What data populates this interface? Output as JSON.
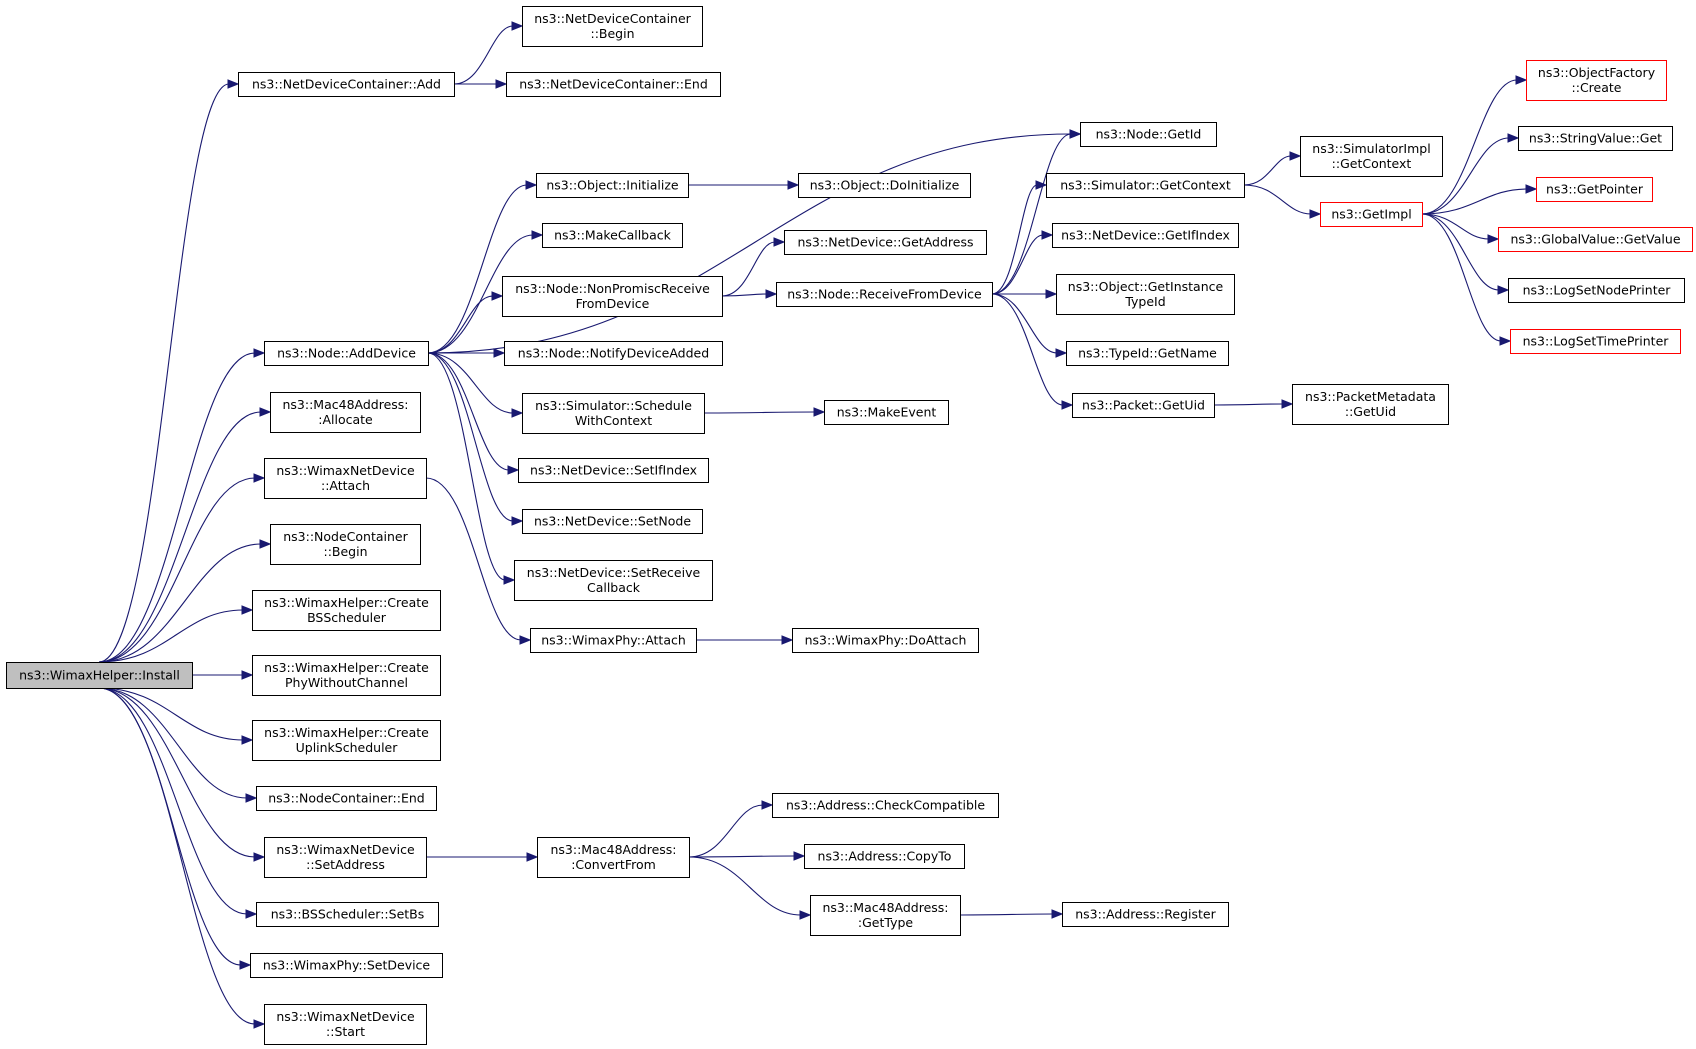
{
  "colors": {
    "edge": "#191970",
    "root_fill": "#bfbfbf",
    "border": "#000000",
    "external_border": "#ff0000"
  },
  "nodes": [
    {
      "id": "install",
      "lines": [
        "ns3::WimaxHelper::Install"
      ],
      "style": "root"
    },
    {
      "id": "ndc_add",
      "lines": [
        "ns3::NetDeviceContainer::Add"
      ]
    },
    {
      "id": "ndc_begin",
      "lines": [
        "ns3::NetDeviceContainer",
        "::Begin"
      ]
    },
    {
      "id": "ndc_end",
      "lines": [
        "ns3::NetDeviceContainer::End"
      ]
    },
    {
      "id": "node_adddevice",
      "lines": [
        "ns3::Node::AddDevice"
      ]
    },
    {
      "id": "node_getid",
      "lines": [
        "ns3::Node::GetId"
      ]
    },
    {
      "id": "obj_init",
      "lines": [
        "ns3::Object::Initialize"
      ]
    },
    {
      "id": "obj_doinit",
      "lines": [
        "ns3::Object::DoInitialize"
      ]
    },
    {
      "id": "makecallback",
      "lines": [
        "ns3::MakeCallback"
      ]
    },
    {
      "id": "nd_getaddress",
      "lines": [
        "ns3::NetDevice::GetAddress"
      ]
    },
    {
      "id": "node_nonprom",
      "lines": [
        "ns3::Node::NonPromiscReceive",
        "FromDevice"
      ]
    },
    {
      "id": "node_recv",
      "lines": [
        "ns3::Node::ReceiveFromDevice"
      ]
    },
    {
      "id": "node_notify",
      "lines": [
        "ns3::Node::NotifyDeviceAdded"
      ]
    },
    {
      "id": "sim_schedule",
      "lines": [
        "ns3::Simulator::Schedule",
        "WithContext"
      ]
    },
    {
      "id": "makeevent",
      "lines": [
        "ns3::MakeEvent"
      ]
    },
    {
      "id": "nd_setifindex",
      "lines": [
        "ns3::NetDevice::SetIfIndex"
      ]
    },
    {
      "id": "nd_setnode",
      "lines": [
        "ns3::NetDevice::SetNode"
      ]
    },
    {
      "id": "nd_setrecv",
      "lines": [
        "ns3::NetDevice::SetReceive",
        "Callback"
      ]
    },
    {
      "id": "sim_getcontext",
      "lines": [
        "ns3::Simulator::GetContext"
      ]
    },
    {
      "id": "simimpl_getcontext",
      "lines": [
        "ns3::SimulatorImpl",
        "::GetContext"
      ]
    },
    {
      "id": "getimpl",
      "lines": [
        "ns3::GetImpl"
      ],
      "style": "red"
    },
    {
      "id": "objfactory",
      "lines": [
        "ns3::ObjectFactory",
        "::Create"
      ],
      "style": "red"
    },
    {
      "id": "stringvalue",
      "lines": [
        "ns3::StringValue::Get"
      ]
    },
    {
      "id": "getpointer",
      "lines": [
        "ns3::GetPointer"
      ],
      "style": "red"
    },
    {
      "id": "globalvalue",
      "lines": [
        "ns3::GlobalValue::GetValue"
      ],
      "style": "red"
    },
    {
      "id": "lognode",
      "lines": [
        "ns3::LogSetNodePrinter"
      ]
    },
    {
      "id": "logtime",
      "lines": [
        "ns3::LogSetTimePrinter"
      ],
      "style": "red"
    },
    {
      "id": "nd_getifindex",
      "lines": [
        "ns3::NetDevice::GetIfIndex"
      ]
    },
    {
      "id": "obj_gettypeid",
      "lines": [
        "ns3::Object::GetInstance",
        "TypeId"
      ]
    },
    {
      "id": "typeid_getname",
      "lines": [
        "ns3::TypeId::GetName"
      ]
    },
    {
      "id": "packet_getuid",
      "lines": [
        "ns3::Packet::GetUid"
      ]
    },
    {
      "id": "pm_getuid",
      "lines": [
        "ns3::PacketMetadata",
        "::GetUid"
      ]
    },
    {
      "id": "mac_allocate",
      "lines": [
        "ns3::Mac48Address:",
        ":Allocate"
      ]
    },
    {
      "id": "wnd_attach",
      "lines": [
        "ns3::WimaxNetDevice",
        "::Attach"
      ]
    },
    {
      "id": "wphy_attach",
      "lines": [
        "ns3::WimaxPhy::Attach"
      ]
    },
    {
      "id": "wphy_doattach",
      "lines": [
        "ns3::WimaxPhy::DoAttach"
      ]
    },
    {
      "id": "nc_begin",
      "lines": [
        "ns3::NodeContainer",
        "::Begin"
      ]
    },
    {
      "id": "wh_bssched",
      "lines": [
        "ns3::WimaxHelper::Create",
        "BSScheduler"
      ]
    },
    {
      "id": "wh_phy",
      "lines": [
        "ns3::WimaxHelper::Create",
        "PhyWithoutChannel"
      ]
    },
    {
      "id": "wh_uplink",
      "lines": [
        "ns3::WimaxHelper::Create",
        "UplinkScheduler"
      ]
    },
    {
      "id": "nc_end",
      "lines": [
        "ns3::NodeContainer::End"
      ]
    },
    {
      "id": "wnd_setaddress",
      "lines": [
        "ns3::WimaxNetDevice",
        "::SetAddress"
      ]
    },
    {
      "id": "mac_convert",
      "lines": [
        "ns3::Mac48Address:",
        ":ConvertFrom"
      ]
    },
    {
      "id": "addr_check",
      "lines": [
        "ns3::Address::CheckCompatible"
      ]
    },
    {
      "id": "addr_copyto",
      "lines": [
        "ns3::Address::CopyTo"
      ]
    },
    {
      "id": "mac_gettype",
      "lines": [
        "ns3::Mac48Address:",
        ":GetType"
      ]
    },
    {
      "id": "addr_register",
      "lines": [
        "ns3::Address::Register"
      ]
    },
    {
      "id": "bss_setbs",
      "lines": [
        "ns3::BSScheduler::SetBs"
      ]
    },
    {
      "id": "wphy_setdevice",
      "lines": [
        "ns3::WimaxPhy::SetDevice"
      ]
    },
    {
      "id": "wnd_start",
      "lines": [
        "ns3::WimaxNetDevice",
        "::Start"
      ]
    }
  ],
  "edges": [
    {
      "from": "install",
      "to": "ndc_add"
    },
    {
      "from": "install",
      "to": "node_adddevice"
    },
    {
      "from": "install",
      "to": "mac_allocate"
    },
    {
      "from": "install",
      "to": "wnd_attach"
    },
    {
      "from": "install",
      "to": "nc_begin"
    },
    {
      "from": "install",
      "to": "wh_bssched"
    },
    {
      "from": "install",
      "to": "wh_phy"
    },
    {
      "from": "install",
      "to": "wh_uplink"
    },
    {
      "from": "install",
      "to": "nc_end"
    },
    {
      "from": "install",
      "to": "wnd_setaddress"
    },
    {
      "from": "install",
      "to": "bss_setbs"
    },
    {
      "from": "install",
      "to": "wphy_setdevice"
    },
    {
      "from": "install",
      "to": "wnd_start"
    },
    {
      "from": "ndc_add",
      "to": "ndc_begin"
    },
    {
      "from": "ndc_add",
      "to": "ndc_end"
    },
    {
      "from": "node_adddevice",
      "to": "node_getid"
    },
    {
      "from": "node_adddevice",
      "to": "obj_init"
    },
    {
      "from": "node_adddevice",
      "to": "makecallback"
    },
    {
      "from": "node_adddevice",
      "to": "node_nonprom"
    },
    {
      "from": "node_adddevice",
      "to": "node_notify"
    },
    {
      "from": "node_adddevice",
      "to": "sim_schedule"
    },
    {
      "from": "node_adddevice",
      "to": "nd_setifindex"
    },
    {
      "from": "node_adddevice",
      "to": "nd_setnode"
    },
    {
      "from": "node_adddevice",
      "to": "nd_setrecv"
    },
    {
      "from": "obj_init",
      "to": "obj_doinit"
    },
    {
      "from": "node_nonprom",
      "to": "nd_getaddress"
    },
    {
      "from": "node_nonprom",
      "to": "node_recv"
    },
    {
      "from": "node_recv",
      "to": "node_getid"
    },
    {
      "from": "node_recv",
      "to": "sim_getcontext"
    },
    {
      "from": "node_recv",
      "to": "nd_getifindex"
    },
    {
      "from": "node_recv",
      "to": "obj_gettypeid"
    },
    {
      "from": "node_recv",
      "to": "typeid_getname"
    },
    {
      "from": "node_recv",
      "to": "packet_getuid"
    },
    {
      "from": "sim_schedule",
      "to": "makeevent"
    },
    {
      "from": "sim_getcontext",
      "to": "simimpl_getcontext"
    },
    {
      "from": "sim_getcontext",
      "to": "getimpl"
    },
    {
      "from": "getimpl",
      "to": "objfactory"
    },
    {
      "from": "getimpl",
      "to": "stringvalue"
    },
    {
      "from": "getimpl",
      "to": "getpointer"
    },
    {
      "from": "getimpl",
      "to": "globalvalue"
    },
    {
      "from": "getimpl",
      "to": "lognode"
    },
    {
      "from": "getimpl",
      "to": "logtime"
    },
    {
      "from": "packet_getuid",
      "to": "pm_getuid"
    },
    {
      "from": "wnd_attach",
      "to": "wphy_attach"
    },
    {
      "from": "wphy_attach",
      "to": "wphy_doattach"
    },
    {
      "from": "wnd_setaddress",
      "to": "mac_convert"
    },
    {
      "from": "mac_convert",
      "to": "addr_check"
    },
    {
      "from": "mac_convert",
      "to": "addr_copyto"
    },
    {
      "from": "mac_convert",
      "to": "mac_gettype"
    },
    {
      "from": "mac_gettype",
      "to": "addr_register"
    }
  ]
}
